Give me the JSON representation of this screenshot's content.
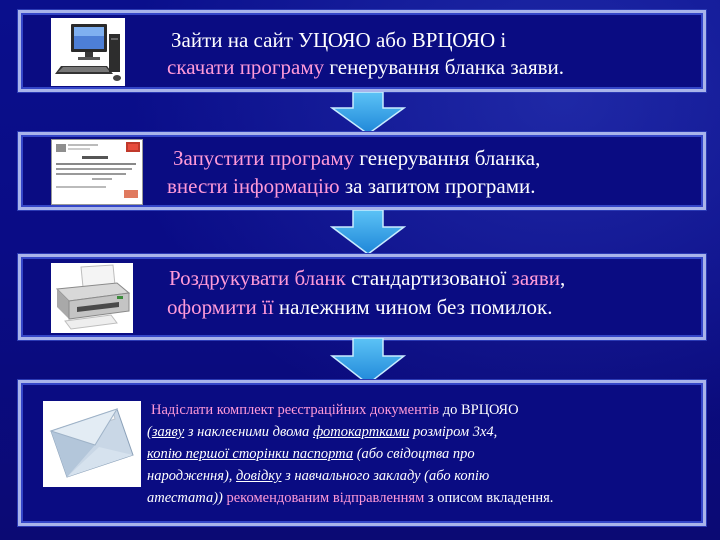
{
  "steps": [
    {
      "icon": "computer-icon",
      "line1": "Зайти на сайт УЦОЯО або ВРЦОЯО і",
      "line2_a": "скачати програму",
      "line2_b": " генерування бланка заяви."
    },
    {
      "icon": "program-window-icon",
      "line1_a": "Запустити програму",
      "line1_b": " генерування бланка,",
      "line2_a": "внести інформацію",
      "line2_b": " за запитом програми."
    },
    {
      "icon": "printer-icon",
      "line1_a": "Роздрукувати бланк",
      "line1_b": " стандартизованої ",
      "line1_c": "заяви",
      "line1_d": ",",
      "line2_a": "оформити її",
      "line2_b": " належним чином без помилок."
    },
    {
      "icon": "envelope-icon",
      "l1_a": "Надіслати комплект реєстраційних документів",
      "l1_b": " до ВРЦОЯО",
      "l2_a": "(",
      "l2_b": "заяву",
      "l2_c": " з наклеєними двома ",
      "l2_d": "фотокартками",
      "l2_e": " розміром 3х4,",
      "l3_a": "копію першої сторінки паспорта",
      "l3_b": " (або свідоцтва про",
      "l4": "народження), ",
      "l4_b": "довідку",
      "l4_c": " з навчального закладу (або копію",
      "l5_a": "атестата))",
      "l5_b": " рекомендованим відправленням",
      "l5_c": " з описом вкладення."
    }
  ],
  "colors": {
    "background": "#0a0f8c",
    "box_border": "#a9b4ea",
    "highlight": "#ff9ad8",
    "arrow": "#33a6ea"
  }
}
